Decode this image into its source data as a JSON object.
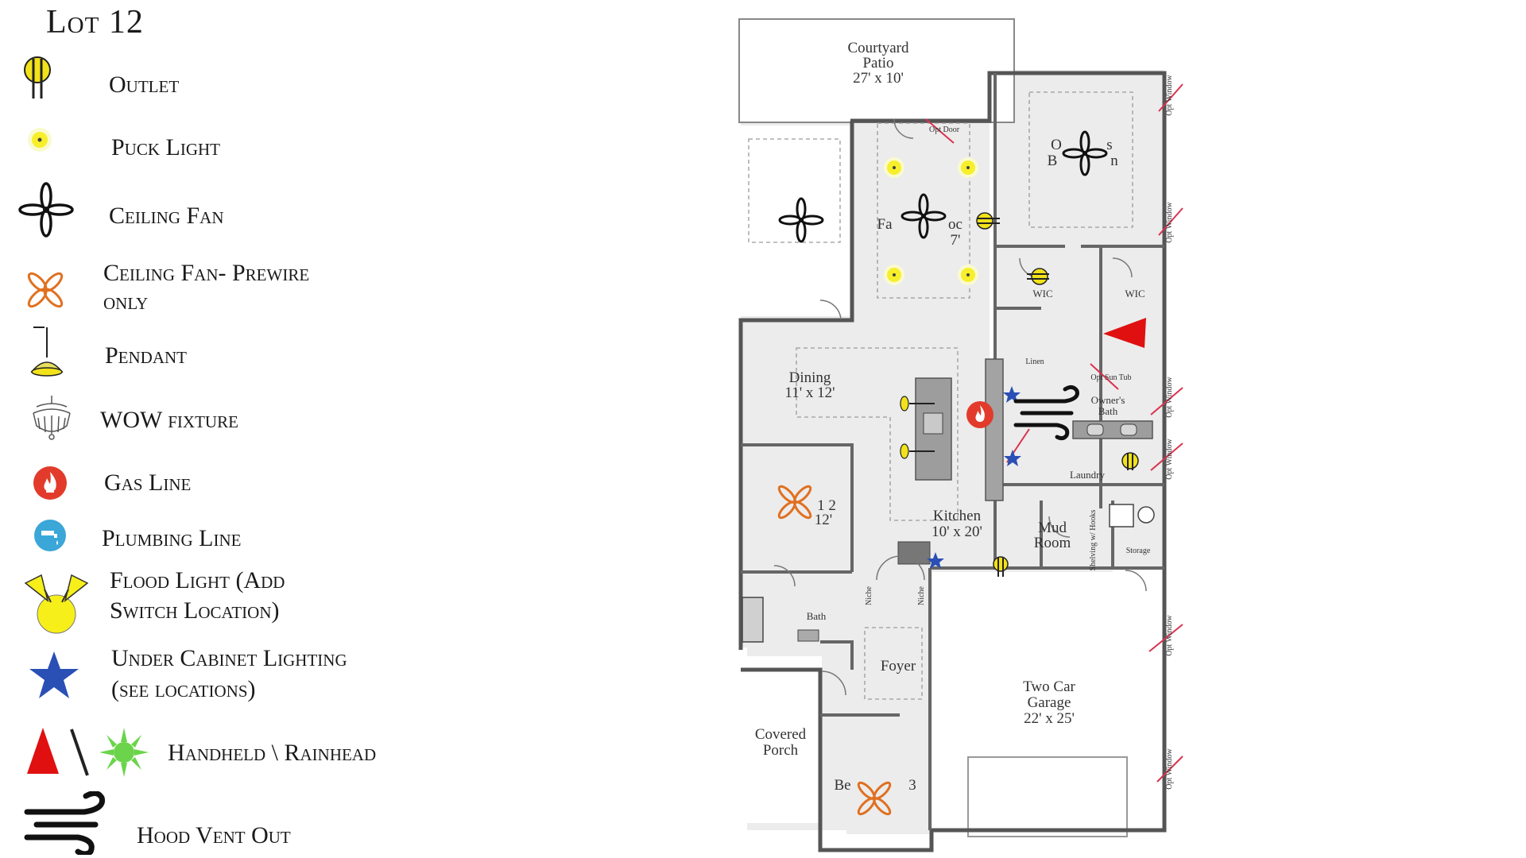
{
  "title": "Lot 12",
  "colors": {
    "outlet": "#f2e21a",
    "puck_light": "#f7ef2a",
    "prewire_fan": "#e07020",
    "gas_line": "#e23b2b",
    "plumbing_line": "#3aa7d8",
    "under_cabinet": "#2a4fb5",
    "handheld": "#e01010",
    "rainhead": "#6bd44a",
    "opt_window_mark": "#d9324e",
    "floor": "#ececec",
    "wall": "#555555"
  },
  "legend": [
    {
      "icon": "outlet-icon",
      "label": "Outlet"
    },
    {
      "icon": "puck-light-icon",
      "label": "Puck Light"
    },
    {
      "icon": "ceiling-fan-icon",
      "label": "Ceiling Fan"
    },
    {
      "icon": "ceiling-fan-prewire-icon",
      "label_line1": "Ceiling Fan- Prewire",
      "label_line2": "only"
    },
    {
      "icon": "pendant-icon",
      "label": "Pendant"
    },
    {
      "icon": "wow-fixture-icon",
      "label": "WOW fixture"
    },
    {
      "icon": "gas-line-icon",
      "label": "Gas Line"
    },
    {
      "icon": "plumbing-line-icon",
      "label": "Plumbing Line"
    },
    {
      "icon": "flood-light-icon",
      "label_line1": "Flood Light (Add",
      "label_line2": "Switch Location)"
    },
    {
      "icon": "under-cabinet-icon",
      "label_line1": "Under Cabinet Lighting",
      "label_line2": "(see locations)"
    },
    {
      "icon": "handheld-rainhead-icon",
      "label": "Handheld \\ Rainhead"
    },
    {
      "icon": "hood-vent-icon",
      "label": "Hood Vent Out"
    }
  ],
  "plan": {
    "courtyard_patio": {
      "name_1": "Courtyard",
      "name_2": "Patio",
      "size": "27' x 10'"
    },
    "owners_bedroom": {
      "label_a": "O",
      "label_b": "s",
      "label_c": "B",
      "label_d": "n"
    },
    "opt_door": "Opt Door",
    "family_room": {
      "label_a": "Fa",
      "label_b": "oc",
      "label_c": "7'"
    },
    "wic_left": "WIC",
    "wic_right": "WIC",
    "linen": "Linen",
    "opt_sun_tub": "Opt Sun Tub",
    "owners_bath": {
      "name_1": "Owner's",
      "name_2": "Bath"
    },
    "dining": {
      "name": "Dining",
      "size": "11' x 12'"
    },
    "bedroom_2": {
      "label_a": "1 2",
      "label_b": "12'"
    },
    "kitchen": {
      "name": "Kitchen",
      "size": "10' x 20'"
    },
    "laundry": "Laundry",
    "mud_room": {
      "name_1": "Mud",
      "name_2": "Room"
    },
    "shelving": "Shelving w/ Hooks",
    "storage": "Storage",
    "bath": "Bath",
    "niche_1": "Niche",
    "niche_2": "Niche",
    "foyer": "Foyer",
    "garage": {
      "name_1": "Two Car",
      "name_2": "Garage",
      "size": "22' x 25'"
    },
    "covered_porch": {
      "name_1": "Covered",
      "name_2": "Porch"
    },
    "bedroom_3": {
      "label_a": "Be",
      "label_b": "3"
    },
    "opt_window": "Opt Window"
  }
}
